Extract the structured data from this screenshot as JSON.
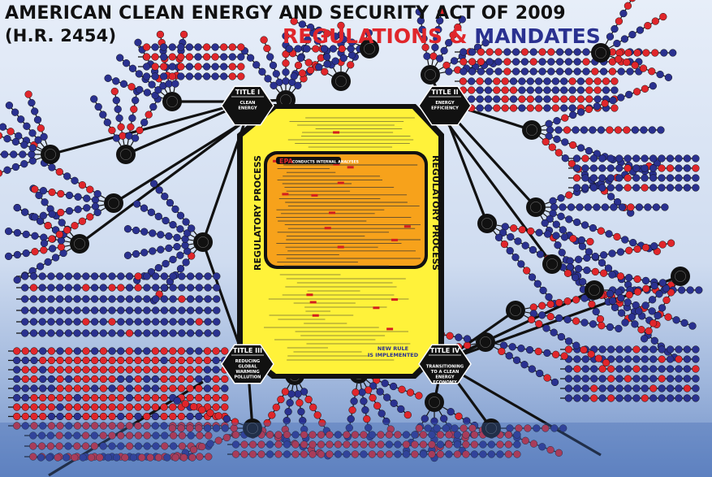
{
  "header": {
    "title_line1": "AMERICAN CLEAN ENERGY AND SECURITY ACT OF 2009",
    "title_line2": "(H.R. 2454)",
    "subtitle_regulations": "REGULATIONS",
    "subtitle_amp": "&",
    "subtitle_mandates": "MANDATES"
  },
  "titles": [
    {
      "heading": "TITLE I",
      "name": "CLEAN ENERGY"
    },
    {
      "heading": "TITLE II",
      "name": "ENERGY EFFICIENCY"
    },
    {
      "heading": "TITLE III",
      "name": "REDUCING GLOBAL WARMING POLLUTION"
    },
    {
      "heading": "TITLE IV",
      "name": "TRANSITIONING TO A CLEAN ENERGY ECONOMY"
    }
  ],
  "center": {
    "left_label": "REGULATORY PROCESS",
    "right_label": "REGULATORY PROCESS",
    "epa_tag": "EPA",
    "epa_caption": "CONDUCTS INTERNAL ANALYSES",
    "final_label": "NEW RULE IS IMPLEMENTED"
  },
  "colors": {
    "red_dot": "#e0262b",
    "blue_dot": "#2a3190",
    "hub": "#111111",
    "center_fill": "#fff23a",
    "inner_fill": "#f7a21b"
  }
}
